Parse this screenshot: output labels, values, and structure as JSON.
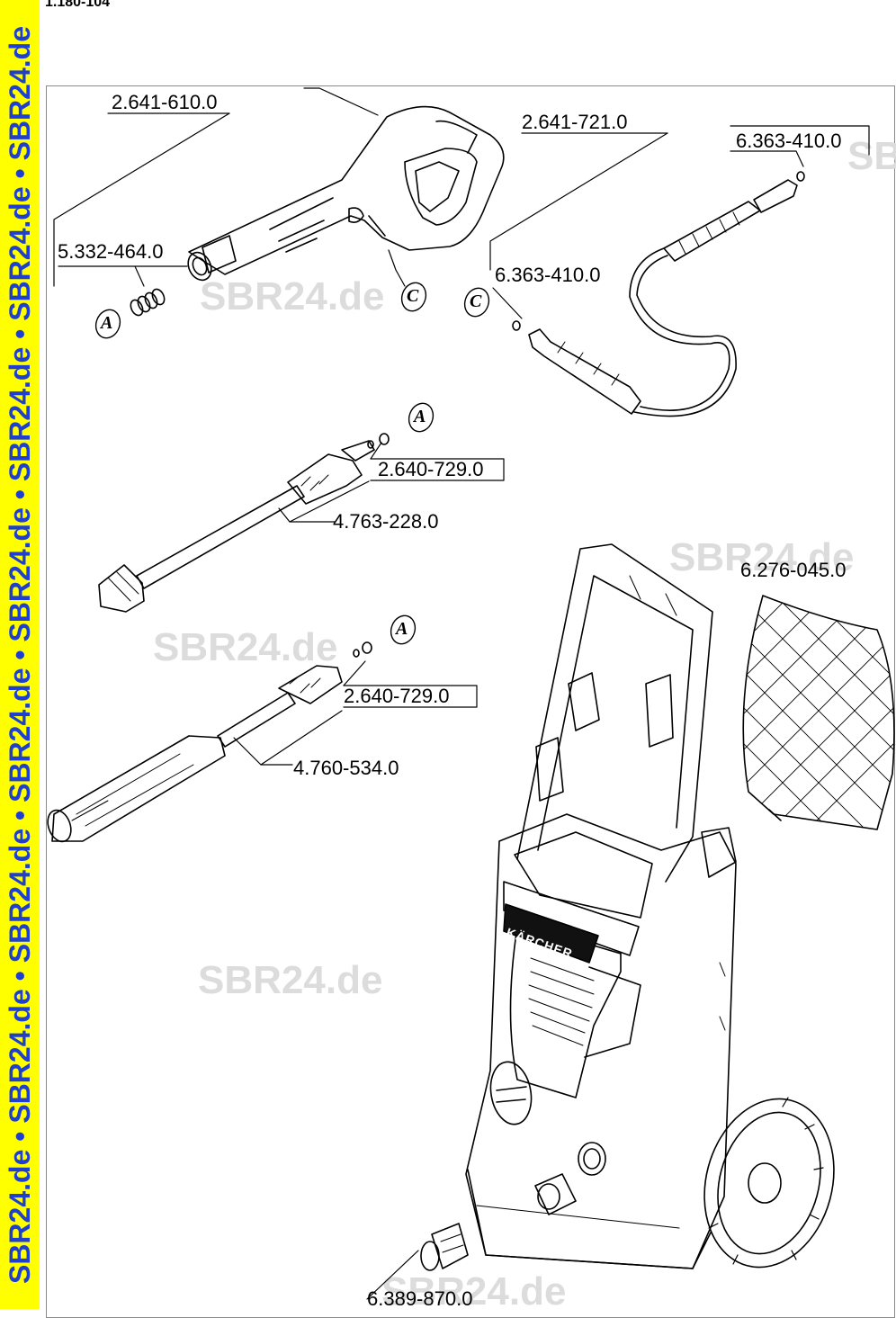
{
  "header": {
    "doc_id": "1.180-104"
  },
  "side_banner": {
    "text": "SBR24.de • SBR24.de • SBR24.de • SBR24.de • SBR24.de • SBR24.de • SBR24.de • SBR24.de"
  },
  "watermark": {
    "text": "SBR24.de"
  },
  "parts": {
    "trigger_gun": "2.641-610.0",
    "hose": "2.641-721.0",
    "hose_oring_top": "6.363-410.0",
    "hose_oring_bottom": "6.363-410.0",
    "gun_spring": "5.332-464.0",
    "lance_oring_1": "2.640-729.0",
    "dirt_blaster": "4.763-228.0",
    "lance_oring_2": "2.640-729.0",
    "vario_lance": "4.760-534.0",
    "filter_mesh": "6.276-045.0",
    "water_inlet": "6.389-870.0"
  },
  "callouts": {
    "a": "A",
    "c": "C"
  },
  "brand": {
    "name": "KÄRCHER"
  },
  "colors": {
    "banner_bg": "#ffff00",
    "banner_text": "#1e3fd0",
    "watermark": "#dcdcdc"
  }
}
